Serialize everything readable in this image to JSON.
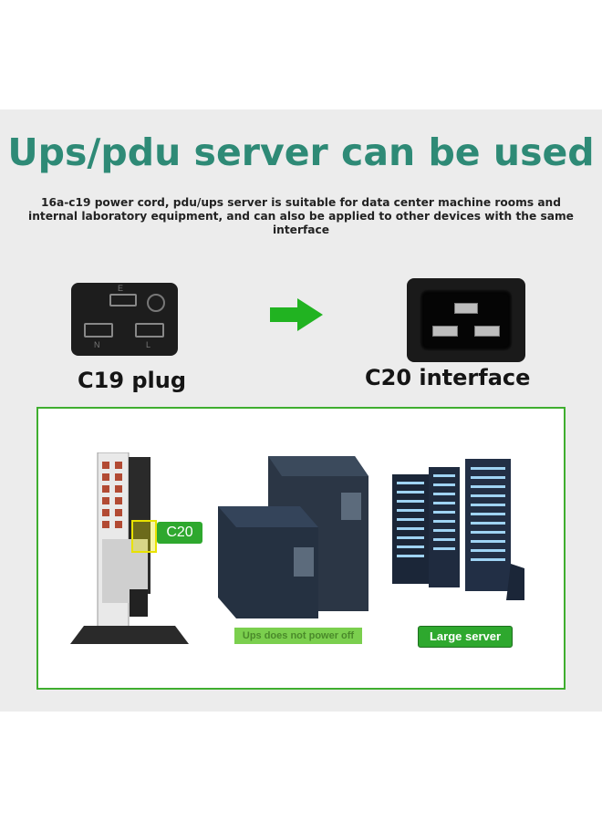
{
  "headline": "Ups/pdu server can be used",
  "description": "16a-c19 power cord, pdu/ups server is suitable for data center machine rooms and internal laboratory equipment, and can also be applied to other devices with the same interface",
  "plug": {
    "caption": "C19 plug",
    "pin_labels": [
      "E",
      "N",
      "L"
    ]
  },
  "socket": {
    "caption": "C20 interface"
  },
  "devices": {
    "ups_tag": "C20",
    "small_ups_caption": "Ups does not power off",
    "server_caption": "Large server"
  },
  "colors": {
    "brand_teal": "#2e8a76",
    "accent_green": "#3fae2f",
    "highlight_yellow": "#e8e200"
  }
}
